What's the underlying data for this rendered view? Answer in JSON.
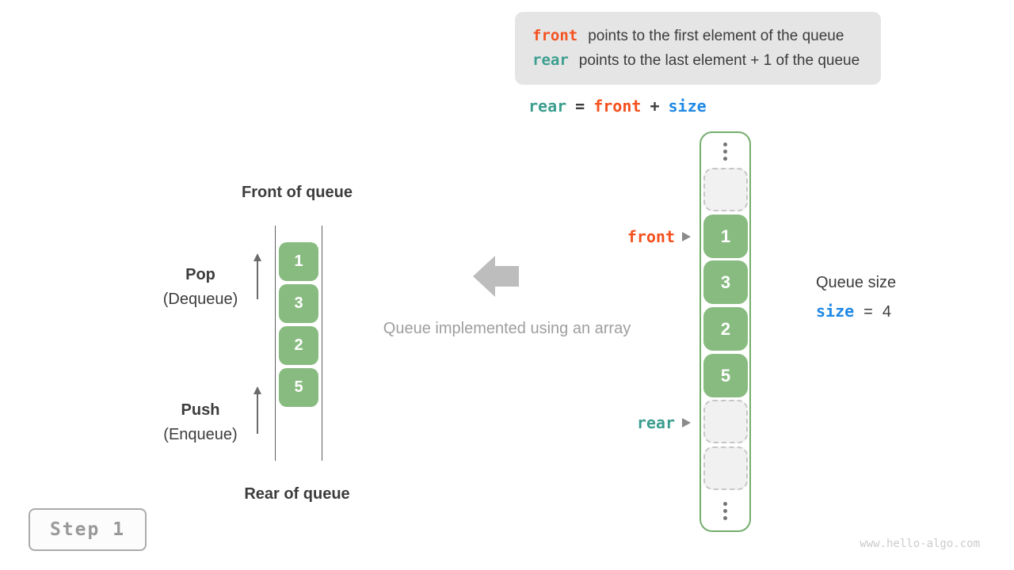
{
  "info_box": {
    "line1": {
      "keyword": "front",
      "text": "points to the first element of the queue"
    },
    "line2": {
      "keyword": "rear",
      "text": "points to the last element + 1 of the queue"
    }
  },
  "formula": {
    "lhs": "rear",
    "eq": "=",
    "mid": "front",
    "plus": "+",
    "rhs": "size"
  },
  "left_queue": {
    "front_label": "Front of queue",
    "rear_label": "Rear of queue",
    "pop": {
      "title": "Pop",
      "subtitle": "(Dequeue)"
    },
    "push": {
      "title": "Push",
      "subtitle": "(Enqueue)"
    },
    "cells": [
      "1",
      "3",
      "2",
      "5"
    ]
  },
  "center": {
    "caption": "Queue implemented using an array"
  },
  "array": {
    "values": [
      "1",
      "3",
      "2",
      "5"
    ],
    "front_pointer": "front",
    "rear_pointer": "rear"
  },
  "queue_size": {
    "label": "Queue size",
    "var": "size",
    "eq": "=",
    "value": "4"
  },
  "step_badge": "Step 1",
  "watermark": "www.hello-algo.com",
  "colors": {
    "front_orange": "#f4511e",
    "rear_teal": "#3b9e8e",
    "size_blue": "#1e88e5",
    "cell_green": "#88bb80",
    "array_border_green": "#74ad6c",
    "info_box_bg": "#e5e5e5",
    "muted_gray": "#9e9e9e"
  }
}
